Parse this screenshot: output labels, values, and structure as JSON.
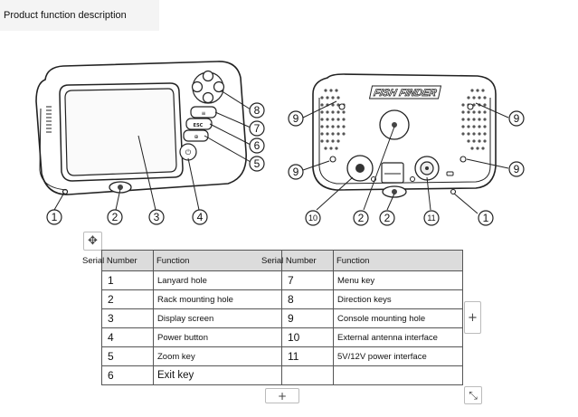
{
  "title": "Product function description",
  "diagram": {
    "brand_text": "FISH FINDER",
    "callouts": [
      "1",
      "2",
      "3",
      "4",
      "5",
      "6",
      "7",
      "8",
      "9",
      "10",
      "11"
    ],
    "button_labels": {
      "menu": "≡",
      "esc": "ESC",
      "zoom": "⊕",
      "power": "⏻"
    }
  },
  "table": {
    "headers": [
      "Serial Number",
      "Function",
      "Serial Number",
      "Function"
    ],
    "rows": [
      [
        "1",
        "Lanyard hole",
        "7",
        "Menu key"
      ],
      [
        "2",
        "Rack mounting hole",
        "8",
        "Direction keys"
      ],
      [
        "3",
        "Display screen",
        "9",
        "Console mounting hole"
      ],
      [
        "4",
        "Power button",
        "10",
        "External antenna interface"
      ],
      [
        "5",
        "Zoom key",
        "11",
        "5V/12V power interface"
      ],
      [
        "6",
        "Exit key",
        "",
        ""
      ]
    ]
  },
  "controls": {
    "move_icon": "✥",
    "plus": "+",
    "resize_icon": "⤡"
  }
}
